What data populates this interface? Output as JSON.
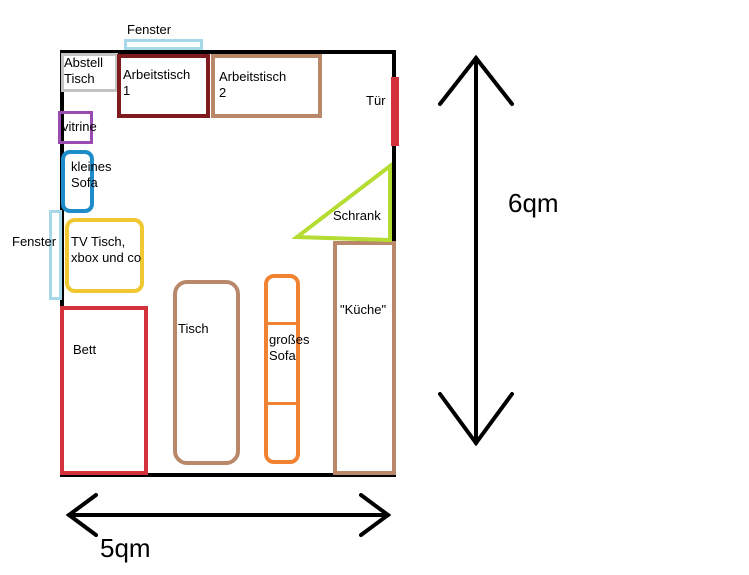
{
  "colors": {
    "wall": "#000000",
    "window": "#a6d8ea",
    "abstelltisch": "#c3c3c3",
    "arbeitstisch1": "#7f1a1f",
    "arbeitstisch2": "#b9876a",
    "tuer": "#d3323c",
    "vitrine": "#9b4bb0",
    "kleines_sofa": "#1e8cc8",
    "tv_tisch": "#f0c832",
    "bett": "#d3323c",
    "tisch": "#b9876a",
    "grosses_sofa": "#f08232",
    "kueche": "#b9876a",
    "schrank": "#b4dc32"
  },
  "labels": {
    "fenster_top": "Fenster",
    "fenster_left": "Fenster",
    "abstelltisch": "Abstell\nTisch",
    "arbeitstisch1": "Arbeitstisch\n1",
    "arbeitstisch2": "Arbeitstisch\n2",
    "tuer": "Tür",
    "vitrine": "vitrine",
    "kleines_sofa": "kleines\nSofa",
    "tv_tisch": "TV Tisch,\nxbox und co",
    "bett": "Bett",
    "tisch": "Tisch",
    "grosses_sofa": "großes\nSofa",
    "kueche": "\"Küche\"",
    "schrank": "Schrank"
  },
  "dimensions": {
    "height": "6qm",
    "width": "5qm"
  }
}
